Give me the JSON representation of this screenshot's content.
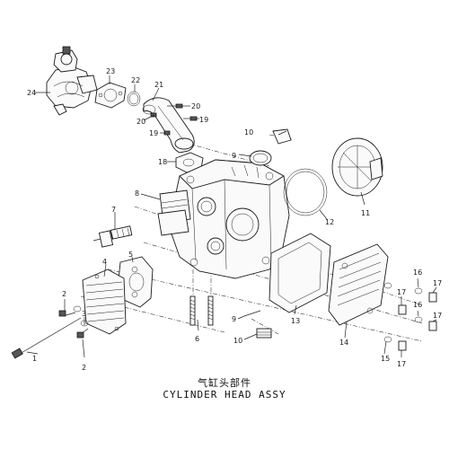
{
  "caption": {
    "chinese": "气缸头部件",
    "english": "CYLINDER HEAD ASSY"
  },
  "callouts": {
    "c1": "1",
    "c2a": "2",
    "c2b": "2",
    "c3": "3",
    "c4": "4",
    "c5": "5",
    "c6": "6",
    "c7": "7",
    "c8": "8",
    "c9a": "9",
    "c9b": "9",
    "c10a": "10",
    "c10b": "10",
    "c11": "11",
    "c12": "12",
    "c13": "13",
    "c14": "14",
    "c15": "15",
    "c16a": "16",
    "c16b": "16",
    "c17a": "17",
    "c17b": "17",
    "c17c": "17",
    "c17d": "17",
    "c18": "18",
    "c19a": "19",
    "c19b": "19",
    "c20a": "20",
    "c20b": "20",
    "c21": "21",
    "c22": "22",
    "c23": "23",
    "c24": "24"
  }
}
